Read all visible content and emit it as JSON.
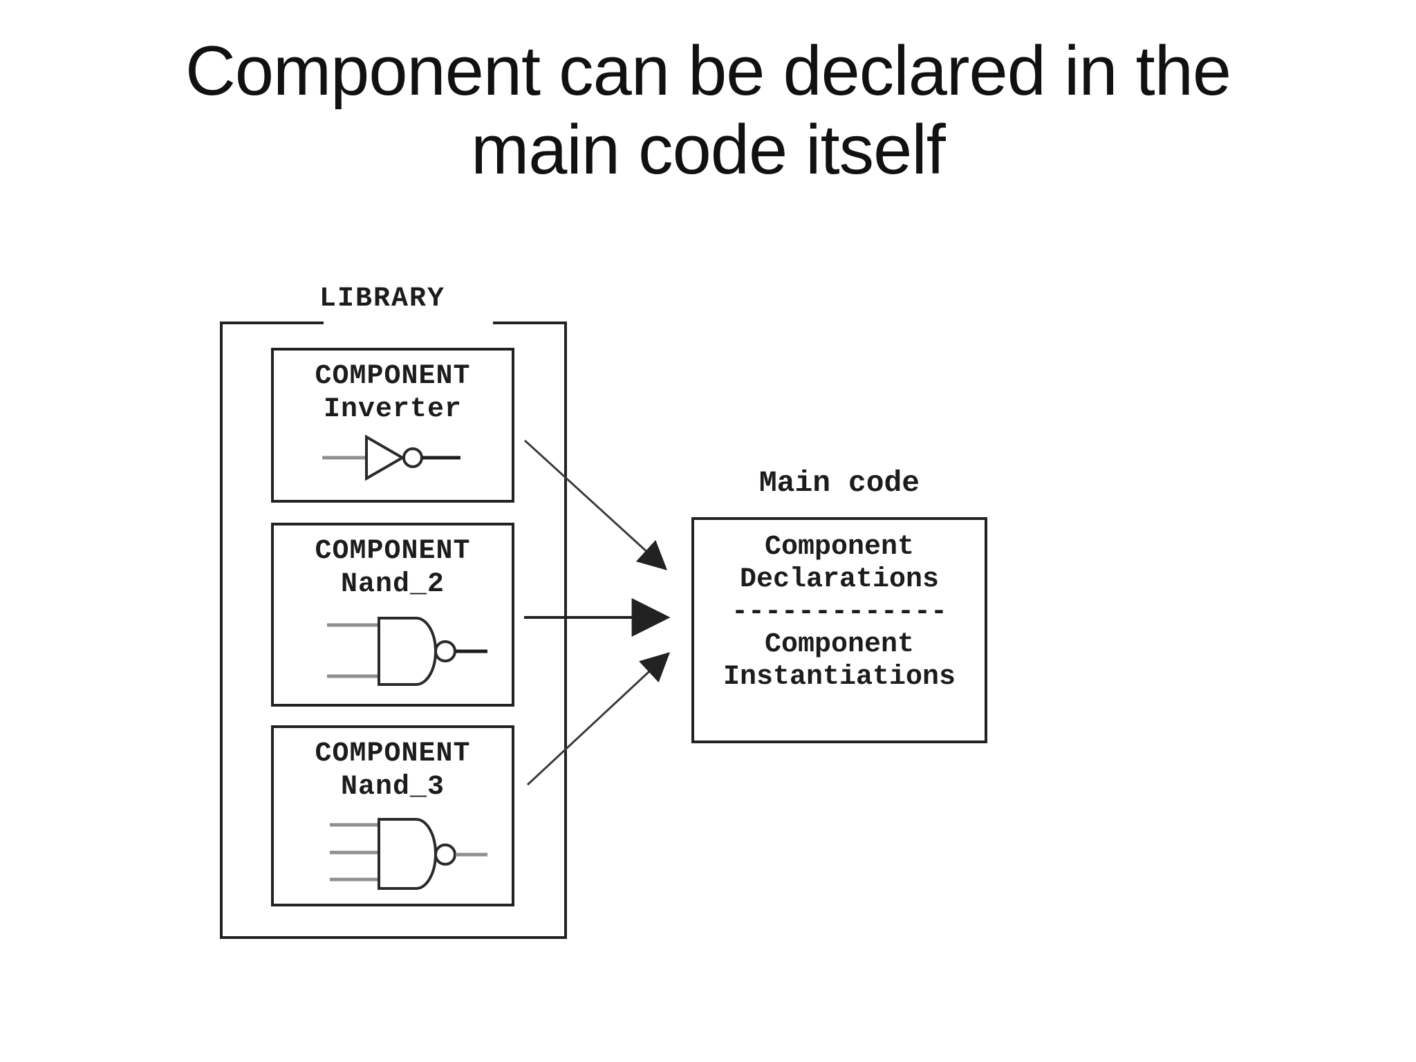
{
  "title": {
    "line1": "Component can be declared in the",
    "line2": "main code itself"
  },
  "library": {
    "label": "LIBRARY",
    "components": [
      {
        "heading": "COMPONENT",
        "name": "Inverter",
        "icon": "inverter-gate-icon"
      },
      {
        "heading": "COMPONENT",
        "name": "Nand_2",
        "icon": "nand2-gate-icon"
      },
      {
        "heading": "COMPONENT",
        "name": "Nand_3",
        "icon": "nand3-gate-icon"
      }
    ]
  },
  "main_code": {
    "label": "Main code",
    "lines": [
      "Component",
      "Declarations",
      "-------------",
      "Component",
      "Instantiations"
    ]
  },
  "colors": {
    "ink": "#1c1c1c",
    "border": "#222222",
    "gray_line": "#8f8f8f",
    "background": "#ffffff"
  }
}
